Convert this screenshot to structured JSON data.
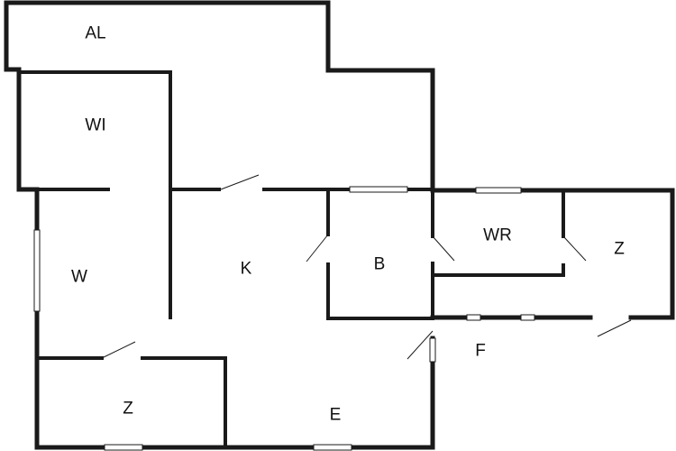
{
  "colors": {
    "wall": "#1a1a1a",
    "floor": "#ffffff",
    "background": "#ffffff"
  },
  "rooms": [
    {
      "id": "al",
      "label": "AL"
    },
    {
      "id": "wi",
      "label": "WI"
    },
    {
      "id": "w",
      "label": "W"
    },
    {
      "id": "k",
      "label": "K"
    },
    {
      "id": "b",
      "label": "B"
    },
    {
      "id": "wr",
      "label": "WR"
    },
    {
      "id": "z-right",
      "label": "Z"
    },
    {
      "id": "f",
      "label": "F"
    },
    {
      "id": "z-bottom",
      "label": "Z"
    },
    {
      "id": "e",
      "label": "E"
    }
  ]
}
